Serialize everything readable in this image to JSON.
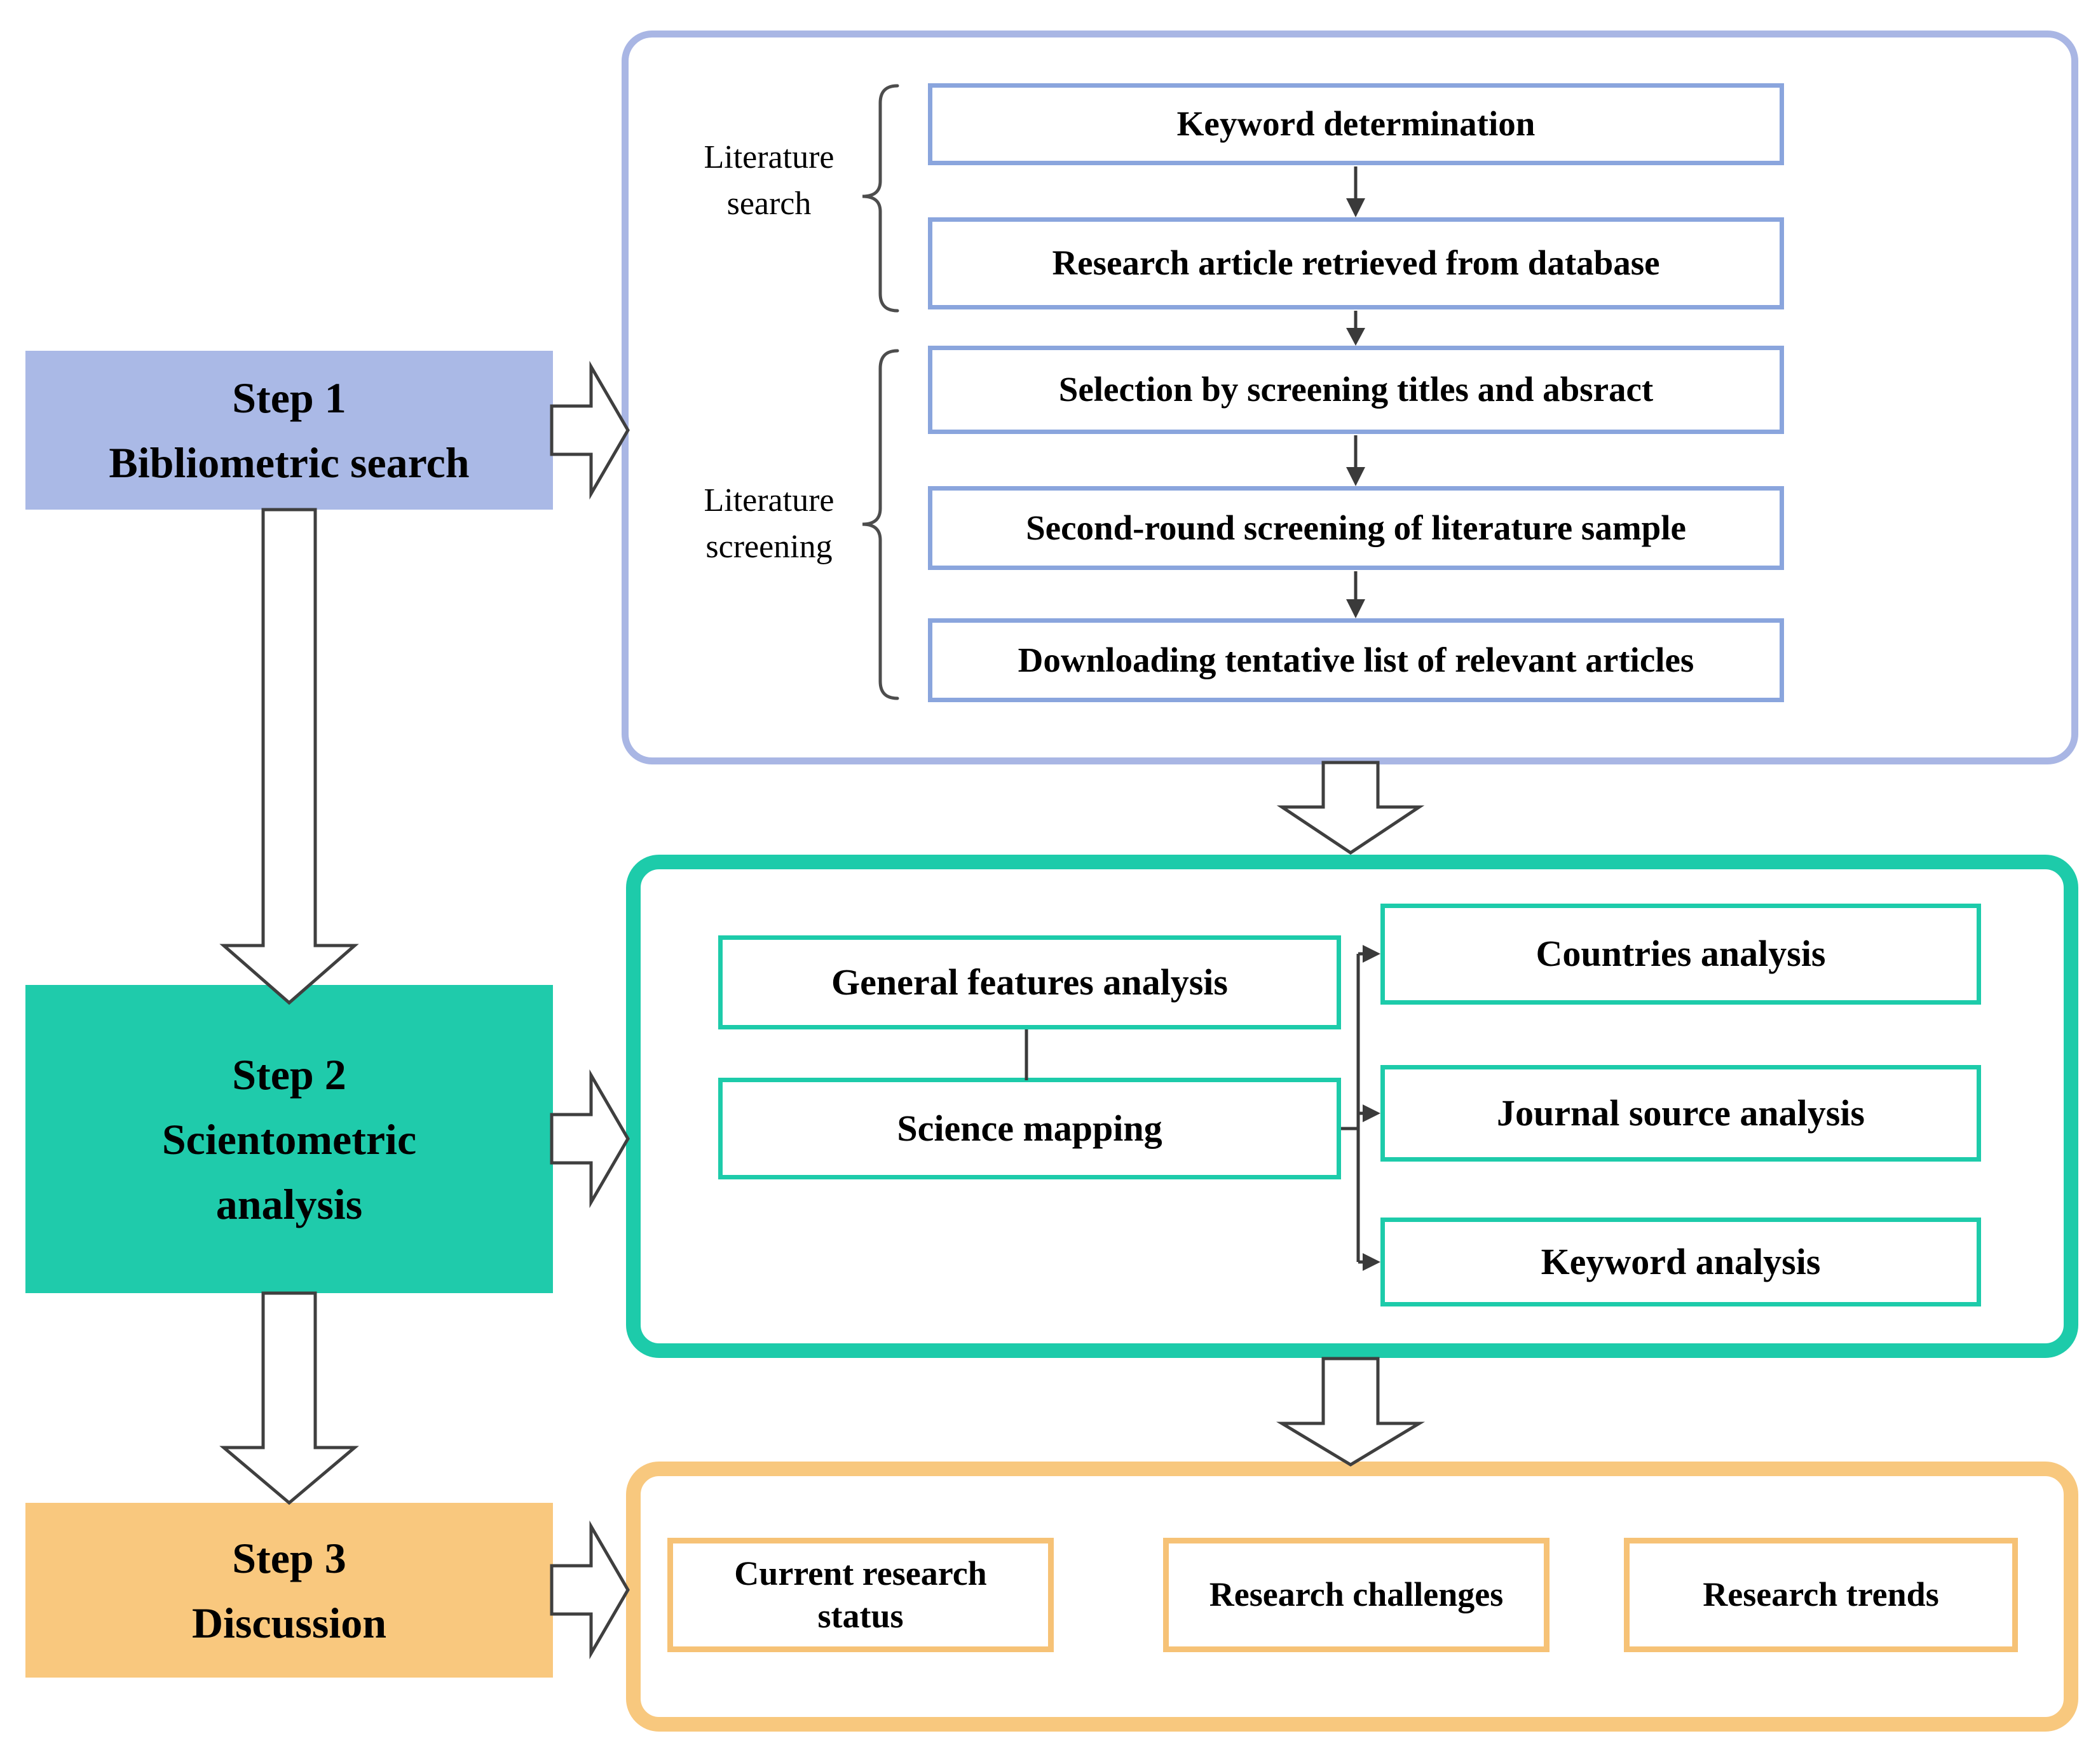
{
  "colors": {
    "step1_fill": "#aab9e6",
    "step1_border": "#a9b6e4",
    "subbox_blue_border": "#8aa5dd",
    "step2_fill": "#1fcbab",
    "teal_border": "#1dcbaa",
    "step3_fill": "#f9c87e",
    "orange_border": "#f8c87e",
    "text": "#000000",
    "arrow_outline": "#3f3f3f"
  },
  "step1": {
    "title": [
      "Step 1",
      "Bibliometric search"
    ],
    "search_group_label": [
      "Literature",
      "search"
    ],
    "screening_group_label": [
      "Literature",
      "screening"
    ],
    "boxes": [
      "Keyword determination",
      "Research article retrieved from database",
      "Selection by screening titles and absract",
      "Second-round screening of  literature sample",
      "Downloading tentative list of relevant articles"
    ]
  },
  "step2": {
    "title": [
      "Step 2",
      "Scientometric",
      "analysis"
    ],
    "analysis_boxes": [
      "General features analysis",
      "Science mapping"
    ],
    "mapping_boxes": [
      "Countries analysis",
      "Journal source analysis",
      "Keyword analysis"
    ]
  },
  "step3": {
    "title": [
      "Step 3",
      "Discussion"
    ],
    "outcome_boxes": [
      "Current research status",
      "Research challenges",
      "Research trends"
    ]
  }
}
